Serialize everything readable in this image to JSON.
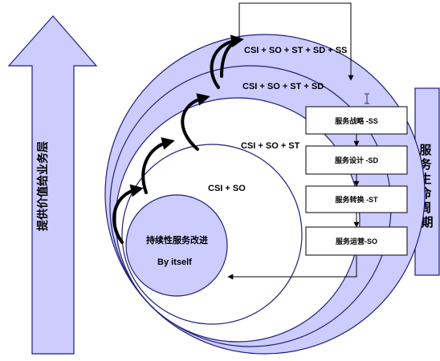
{
  "arrow_label": "提供价值给业务层",
  "lifecycle_label": "服务生命周期",
  "circles": [
    {
      "label": "CSI + SO + ST + SD + SS"
    },
    {
      "label": "CSI + SO + ST + SD"
    },
    {
      "label": "CSI + SO + ST"
    },
    {
      "label": "CSI + SO"
    },
    {
      "label": "持续性服务改进"
    }
  ],
  "inner_sublabel": "By itself",
  "stages": [
    {
      "label": "服务战略 -SS"
    },
    {
      "label": "服务设计 -SD"
    },
    {
      "label": "服务转换 -ST"
    },
    {
      "label": "服务运营-SO"
    }
  ],
  "colors": {
    "lavender": "#CCCCFF",
    "outline": "#1F1F7A",
    "white": "#FFFFFF",
    "black": "#000000"
  }
}
